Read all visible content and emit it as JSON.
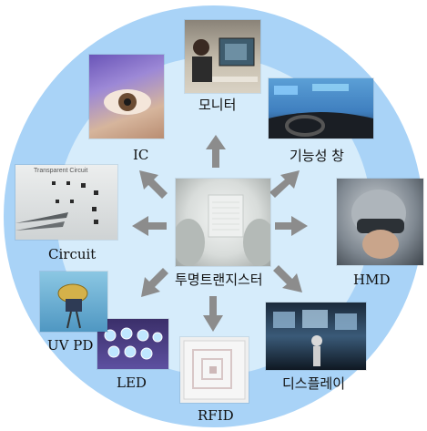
{
  "diagram": {
    "center": {
      "label": "투명트랜지스터"
    },
    "nodes": [
      {
        "id": "monitor",
        "label": "모니터"
      },
      {
        "id": "hud",
        "label": "기능성 창"
      },
      {
        "id": "hmd",
        "label": "HMD"
      },
      {
        "id": "display",
        "label": "디스플레이"
      },
      {
        "id": "rfid",
        "label": "RFID"
      },
      {
        "id": "led",
        "label": "LED"
      },
      {
        "id": "uvpd",
        "label": "UV PD"
      },
      {
        "id": "circuit",
        "label": "Circuit"
      },
      {
        "id": "ic",
        "label": "IC"
      }
    ],
    "circuit_photo_caption": "Transparent Circuit"
  },
  "colors": {
    "outer_ring": "#a9d3f7",
    "inner_ring": "#d6ecfb",
    "arrows": "#8c8c8c"
  }
}
